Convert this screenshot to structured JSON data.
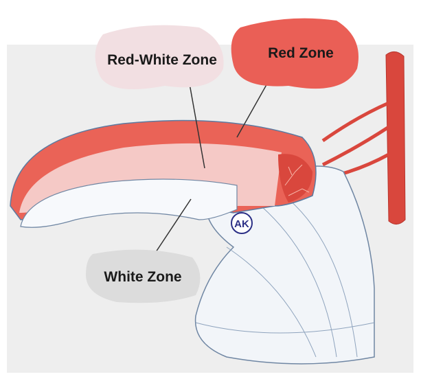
{
  "labels": {
    "red_white_zone": "Red-White Zone",
    "red_zone": "Red Zone",
    "white_zone": "White Zone"
  },
  "logo": "AK",
  "colors": {
    "red_zone": "#ea6357",
    "red_white_zone": "#f5c9c6",
    "white_zone": "#f2f5f9",
    "bubble_red_white": "#f2dfe2",
    "bubble_red": "#ea5f56",
    "bubble_white": "#dcdcdc",
    "vessel": "#d9473d"
  }
}
